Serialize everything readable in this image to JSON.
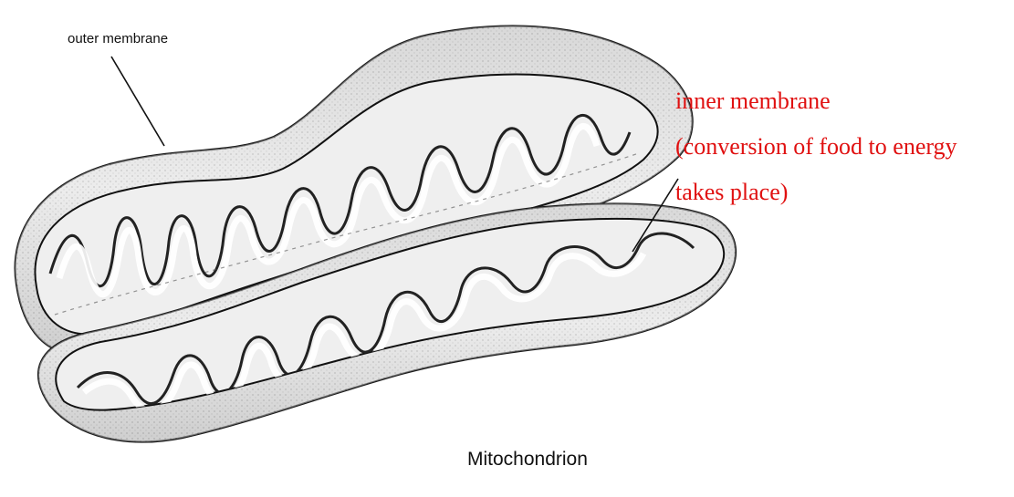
{
  "labels": {
    "outer_membrane": "outer membrane",
    "inner_membrane": "inner membrane",
    "inner_note_line1": "(conversion of food to energy",
    "inner_note_line2": "takes place)",
    "title": "Mitochondrion"
  },
  "colors": {
    "annotation": "#e01010",
    "ink": "#111111",
    "cut_face": "#dcdcdc",
    "cristae_light": "#f4f4f4"
  }
}
